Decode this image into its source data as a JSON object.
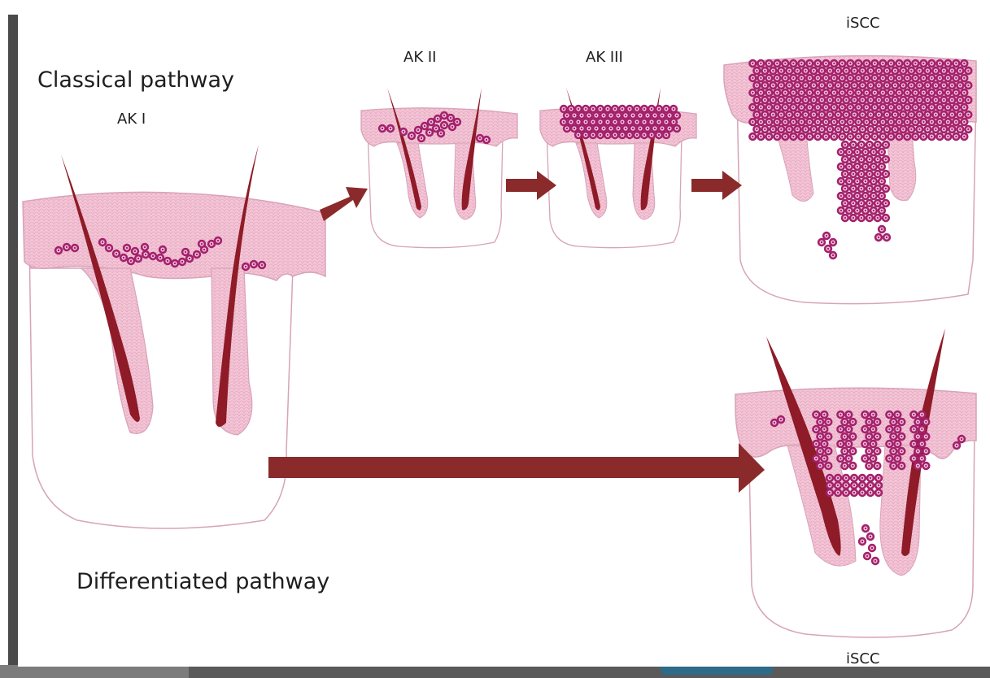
{
  "figure": {
    "labels": {
      "classical": "Classical pathway",
      "differentiated": "Differentiated pathway",
      "ak1": "AK I",
      "ak2": "AK II",
      "ak3": "AK III",
      "iscc_top": "iSCC",
      "iscc_bottom": "iSCC"
    }
  },
  "colors": {
    "epidermis": "#f3c6d6",
    "epidermis_line": "#e6a9bf",
    "dermis": "#ffffff",
    "outline": "#d7a3b8",
    "hair": "#8e1b27",
    "cell_fill": "#a3216b",
    "cell_core": "#f2c3de",
    "arrow": "#8b2a2a",
    "background": "#4a4a4a"
  }
}
